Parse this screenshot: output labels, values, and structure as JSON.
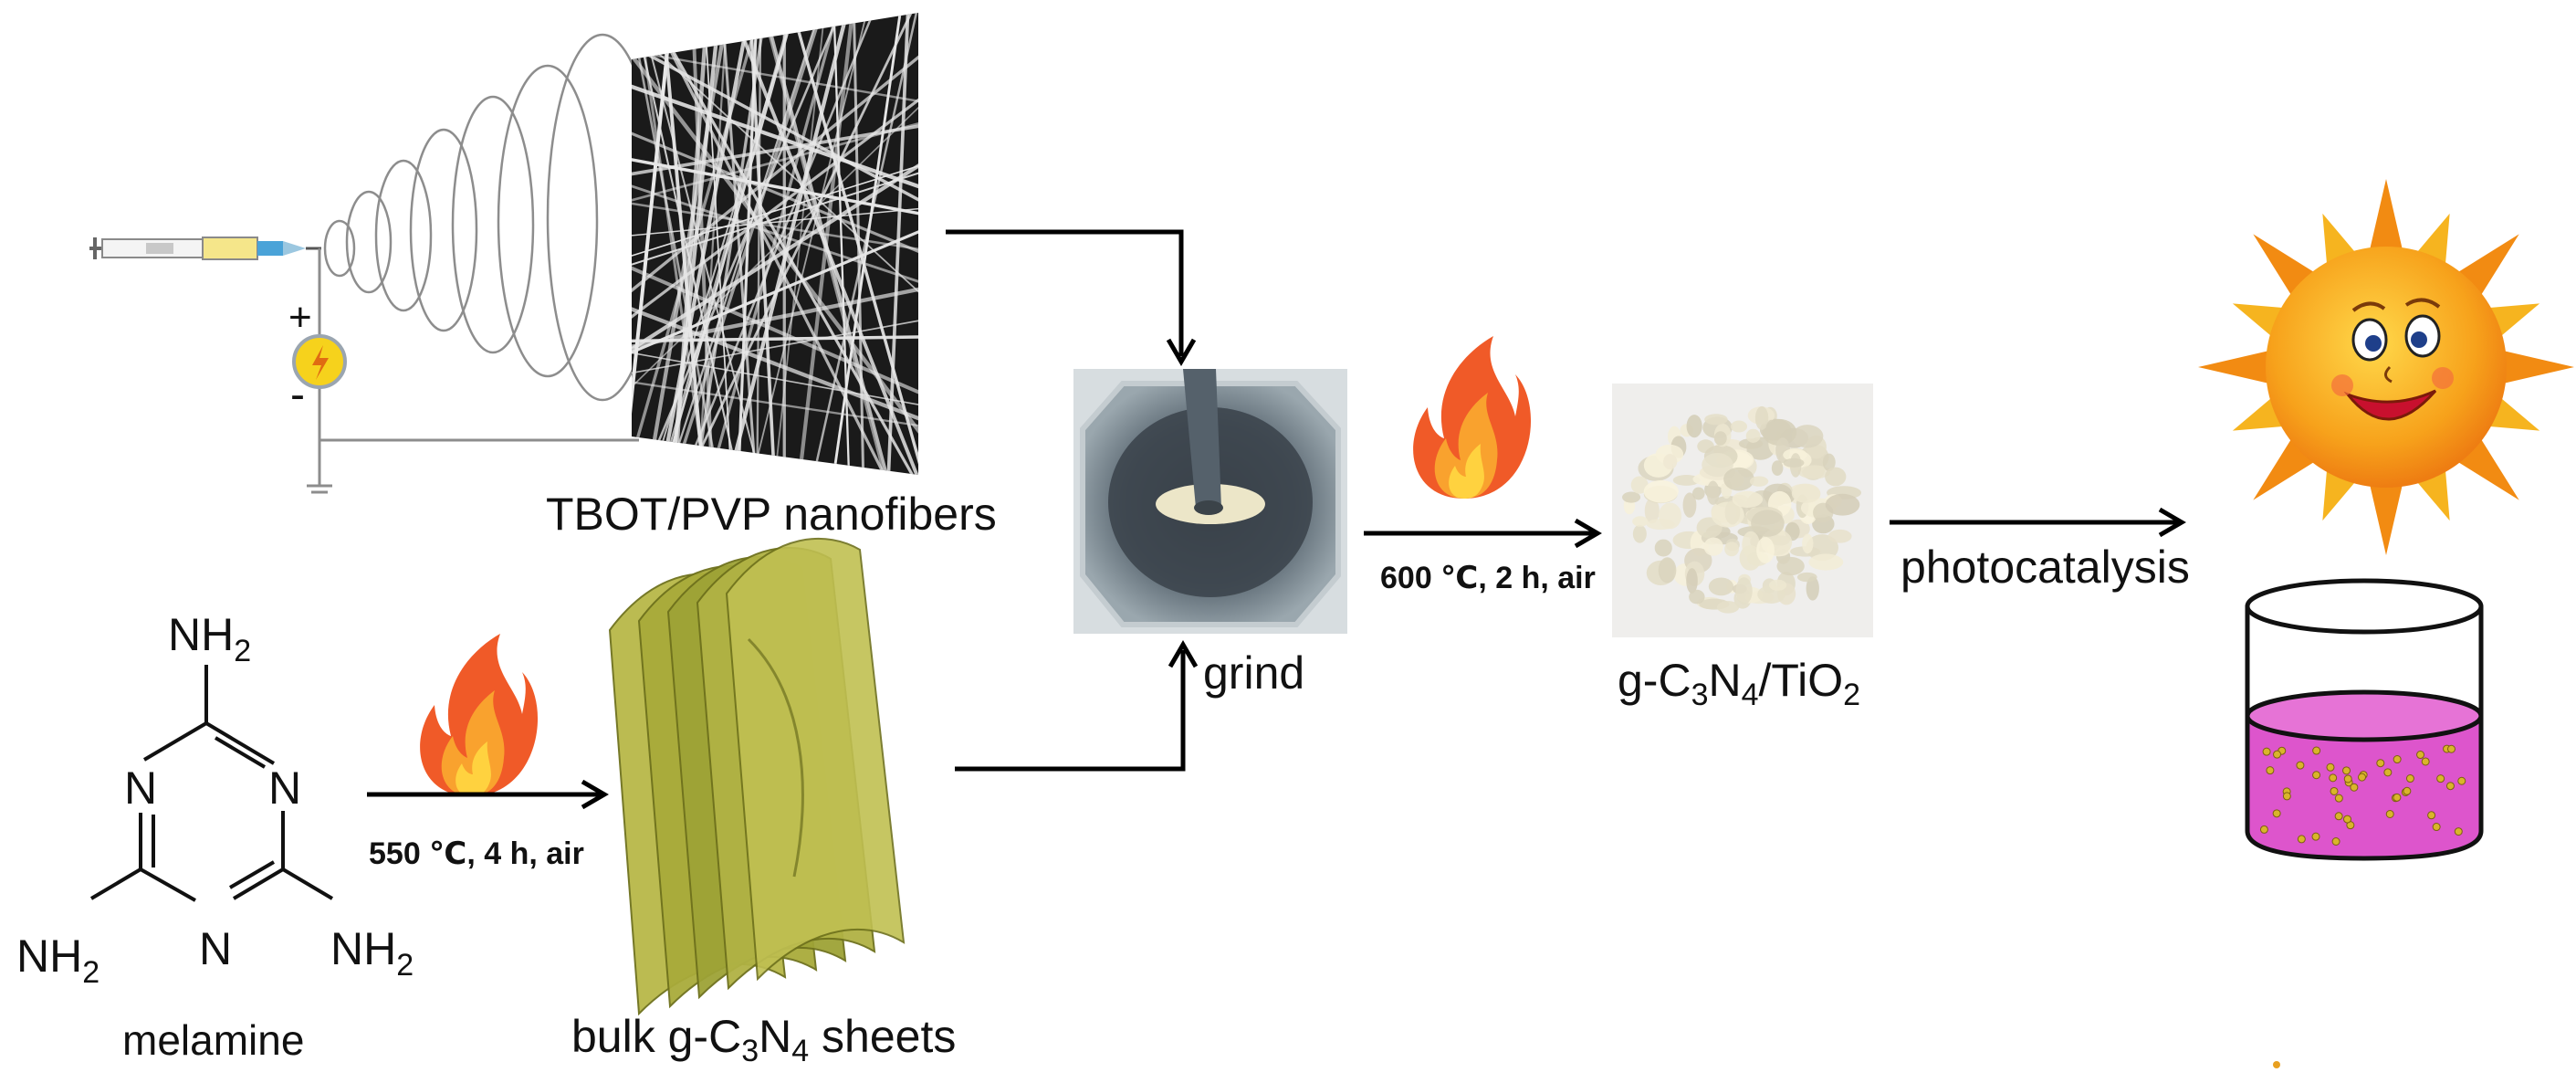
{
  "labels": {
    "nanofibers": "TBOT/PVP nanofibers",
    "melamine": "melamine",
    "bulk_prefix": "bulk g-C",
    "bulk_sub1": "3",
    "bulk_mid": "N",
    "bulk_sub2": "4",
    "bulk_suffix": " sheets",
    "grind": "grind",
    "product_prefix": "g-C",
    "product_sub1": "3",
    "product_mid": "N",
    "product_sub2": "4",
    "product_tail": "/TiO",
    "product_sub3": "2",
    "photocatalysis": "photocatalysis"
  },
  "conditions": {
    "step1": "550 ℃, 4 h, air",
    "step2": "600 ℃, 2 h, air"
  },
  "melamine_atoms": {
    "nh2_label": "NH",
    "nh2_sub": "2",
    "ring_n": "N"
  },
  "power_source": {
    "plus": "+",
    "minus": "-"
  },
  "colors": {
    "arrow": "#000000",
    "sheet_fill": "#b3b43c",
    "solution": "#dd55cc",
    "sun_orange": "#f79a1e",
    "flame_red": "#f05a28",
    "flame_yellow": "#ffd23f",
    "powder": "#e6dfca"
  },
  "icons": [
    "fire-icon",
    "sun-face-icon",
    "beaker-icon",
    "syringe-icon",
    "power-supply-icon",
    "mortar-photo",
    "powder-photo",
    "nanofiber-mat"
  ]
}
